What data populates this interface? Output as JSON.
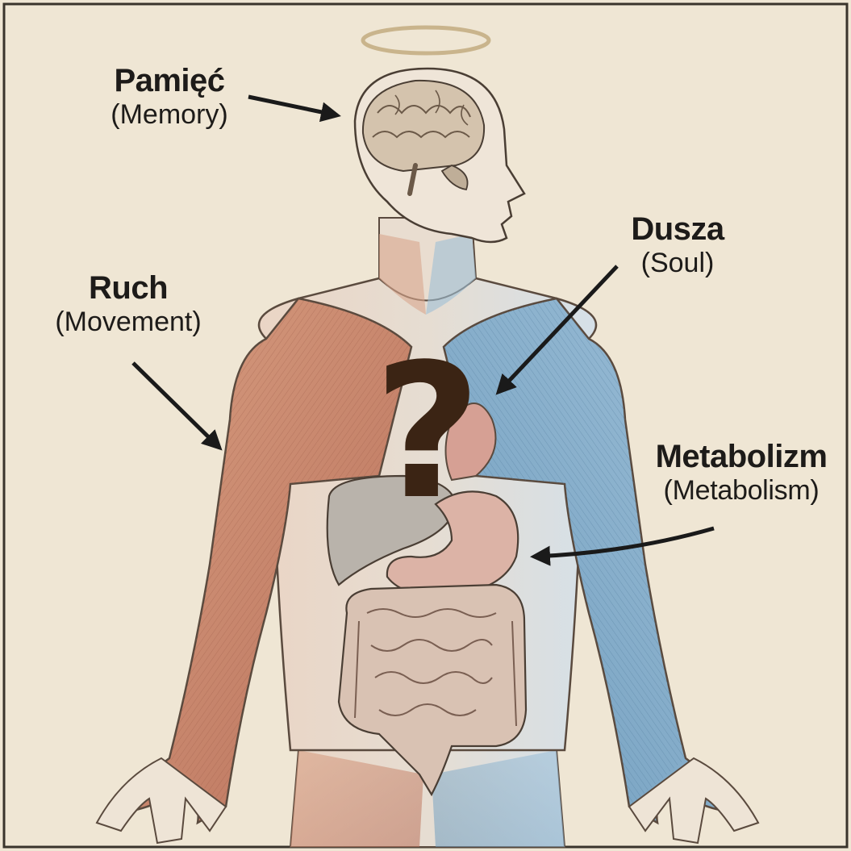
{
  "labels": {
    "memory": {
      "pl": "Pamięć",
      "en": "(Memory)"
    },
    "movement": {
      "pl": "Ruch",
      "en": "(Movement)"
    },
    "soul": {
      "pl": "Dusza",
      "en": "(Soul)"
    },
    "metabolism": {
      "pl": "Metabolizm",
      "en": "(Metabolism)"
    }
  },
  "center_symbol": "?",
  "colors": {
    "paper": "#efe6d4",
    "ink": "#1d1b19",
    "muscle_red": "#c98a6e",
    "muscle_blue": "#8fb5cf",
    "question_mark": "#3b2414",
    "organ_liver": "#b9b3ab",
    "organ_pink": "#dcb3a6"
  },
  "icons": [
    "halo-icon",
    "brain-icon",
    "question-mark-icon",
    "arrow-icon"
  ]
}
